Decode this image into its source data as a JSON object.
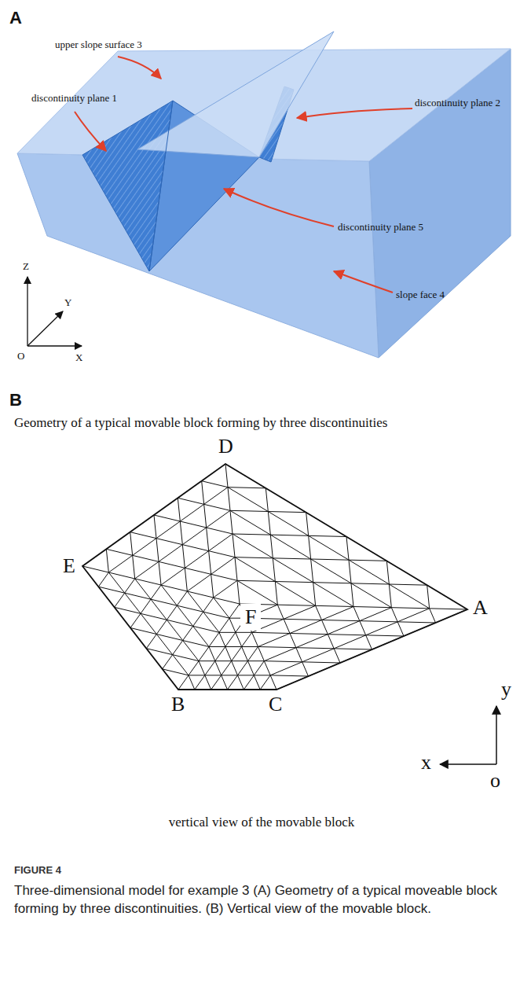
{
  "diagram": {
    "caption": "Three-dimensional model for example 3 (A) Geometry of a typical moveable block forming by three discontinuities. (B) Vertical view of the movable block.",
    "labels": [
      "A",
      "upper slope surface 3",
      "discontinuity plane 1",
      "discontinuity plane 2",
      "discontinuity plane 5",
      "slope face 4",
      "Z",
      "Y",
      "O",
      "X",
      "B",
      "Geometry of a typical movable block forming by three discontinuities",
      "D",
      "E",
      "A",
      "F",
      "B",
      "C",
      "y",
      "x",
      "o",
      "vertical view of the movable block",
      "FIGURE 4"
    ]
  }
}
